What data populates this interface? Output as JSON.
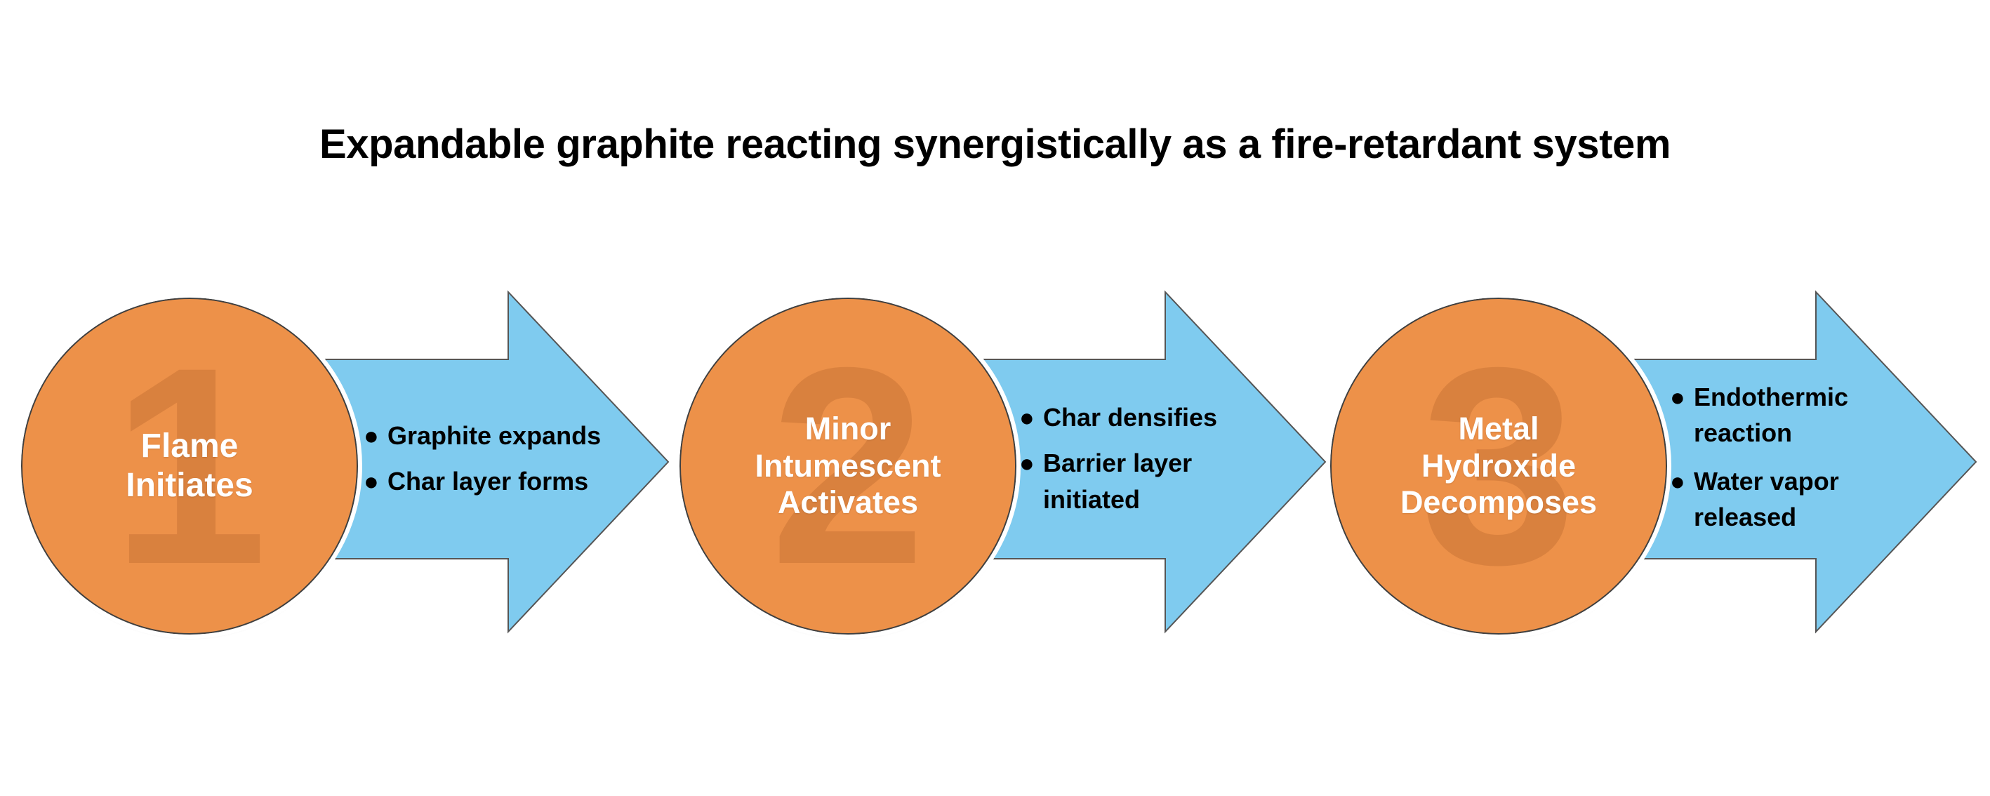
{
  "title": "Expandable graphite reacting synergistically as a fire-retardant system",
  "colors": {
    "circle_fill": "#ED9149",
    "circle_number_watermark": "#BE6C30",
    "arrow_fill": "#7FCBEF",
    "arrow_stroke": "#555555",
    "circle_text": "#FFFFFF",
    "arrow_text": "#000000",
    "background": "#FFFFFF",
    "title_text": "#000000"
  },
  "bullet_glyph": "●",
  "stages": [
    {
      "number": "1",
      "label": "Flame\nInitiates",
      "bullets": [
        "Graphite expands",
        "Char layer forms"
      ]
    },
    {
      "number": "2",
      "label": "Minor\nIntumescent\nActivates",
      "bullets": [
        "Char densifies",
        "Barrier layer initiated"
      ]
    },
    {
      "number": "3",
      "label": "Metal\nHydroxide\nDecomposes",
      "bullets": [
        "Endothermic reaction",
        "Water vapor released"
      ]
    }
  ]
}
